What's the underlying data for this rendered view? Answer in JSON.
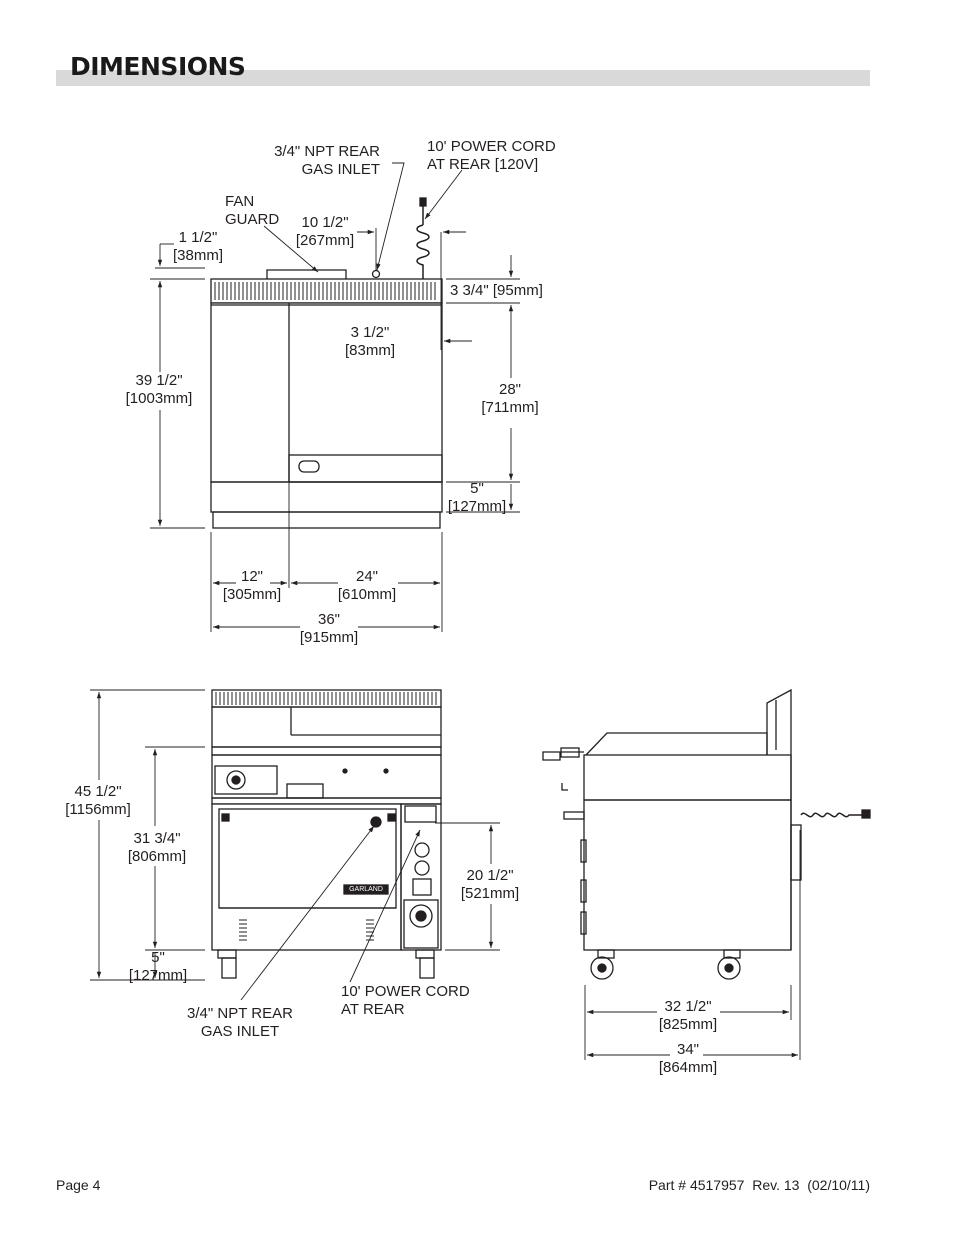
{
  "page": {
    "title": "DIMENSIONS",
    "footer_left": "Page 4",
    "footer_right": "Part # 4517957  Rev. 13  (02/10/11)"
  },
  "top_view": {
    "gas_inlet": [
      "3/4\" NPT REAR",
      "GAS INLET"
    ],
    "power_cord": [
      "10' POWER CORD",
      "AT REAR [120V]"
    ],
    "fan_guard": [
      "FAN",
      "GUARD"
    ],
    "dim_10_5": [
      "10 1/2\"",
      "[267mm]"
    ],
    "dim_1_5": [
      "1 1/2\"",
      "[38mm]"
    ],
    "dim_3_75": "3 3/4\" [95mm]",
    "dim_3_5": [
      "3 1/2\"",
      "[83mm]"
    ],
    "dim_39_5": [
      "39 1/2\"",
      "[1003mm]"
    ],
    "dim_28": [
      "28\"",
      "[711mm]"
    ],
    "dim_5": [
      "5\"",
      "[127mm]"
    ],
    "dim_12": [
      "12\"",
      "[305mm]"
    ],
    "dim_24": [
      "24\"",
      "[610mm]"
    ],
    "dim_36": [
      "36\"",
      "[915mm]"
    ]
  },
  "front_view": {
    "dim_45_5": [
      "45 1/2\"",
      "[1156mm]"
    ],
    "dim_31_75": [
      "31 3/4\"",
      "[806mm]"
    ],
    "dim_5": [
      "5\"",
      "[127mm]"
    ],
    "dim_20_5": [
      "20 1/2\"",
      "[521mm]"
    ],
    "power_cord": [
      "10' POWER CORD",
      "AT REAR"
    ],
    "gas_inlet": [
      "3/4\" NPT REAR",
      "GAS INLET"
    ],
    "nameplate": "GARLAND"
  },
  "side_view": {
    "dim_32_5": [
      "32 1/2\"",
      "[825mm]"
    ],
    "dim_34": [
      "34\"",
      "[864mm]"
    ]
  }
}
